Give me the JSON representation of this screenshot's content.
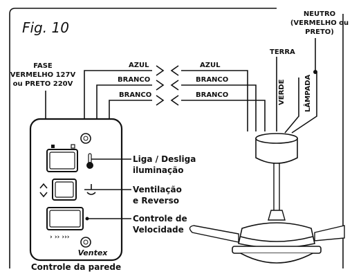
{
  "figure": {
    "label": "Fig. 10"
  },
  "labels": {
    "neutro_line1": "NEUTRO",
    "neutro_line2": "(VERMELHO ou",
    "neutro_line3": "PRETO)",
    "terra": "TERRA",
    "verde": "VERDE",
    "lampada": "LÂMPADA",
    "fase_line1": "FASE",
    "fase_line2": "VERMELHO 127V",
    "fase_line3": "ou PRETO 220V",
    "azul_left": "AZUL",
    "azul_right": "AZUL",
    "branco_left_1": "BRANCO",
    "branco_right_1": "BRANCO",
    "branco_left_2": "BRANCO",
    "branco_right_2": "BRANCO"
  },
  "controls": {
    "light_line1": "Liga / Desliga",
    "light_line2": "iluminação",
    "fan_line1": "Ventilação",
    "fan_line2": "e Reverso",
    "speed_line1": "Controle de",
    "speed_line2": "Velocidade",
    "speed_marks": "›  ››  ›››"
  },
  "panel": {
    "brand": "Ventex",
    "caption": "Controle da parede"
  }
}
